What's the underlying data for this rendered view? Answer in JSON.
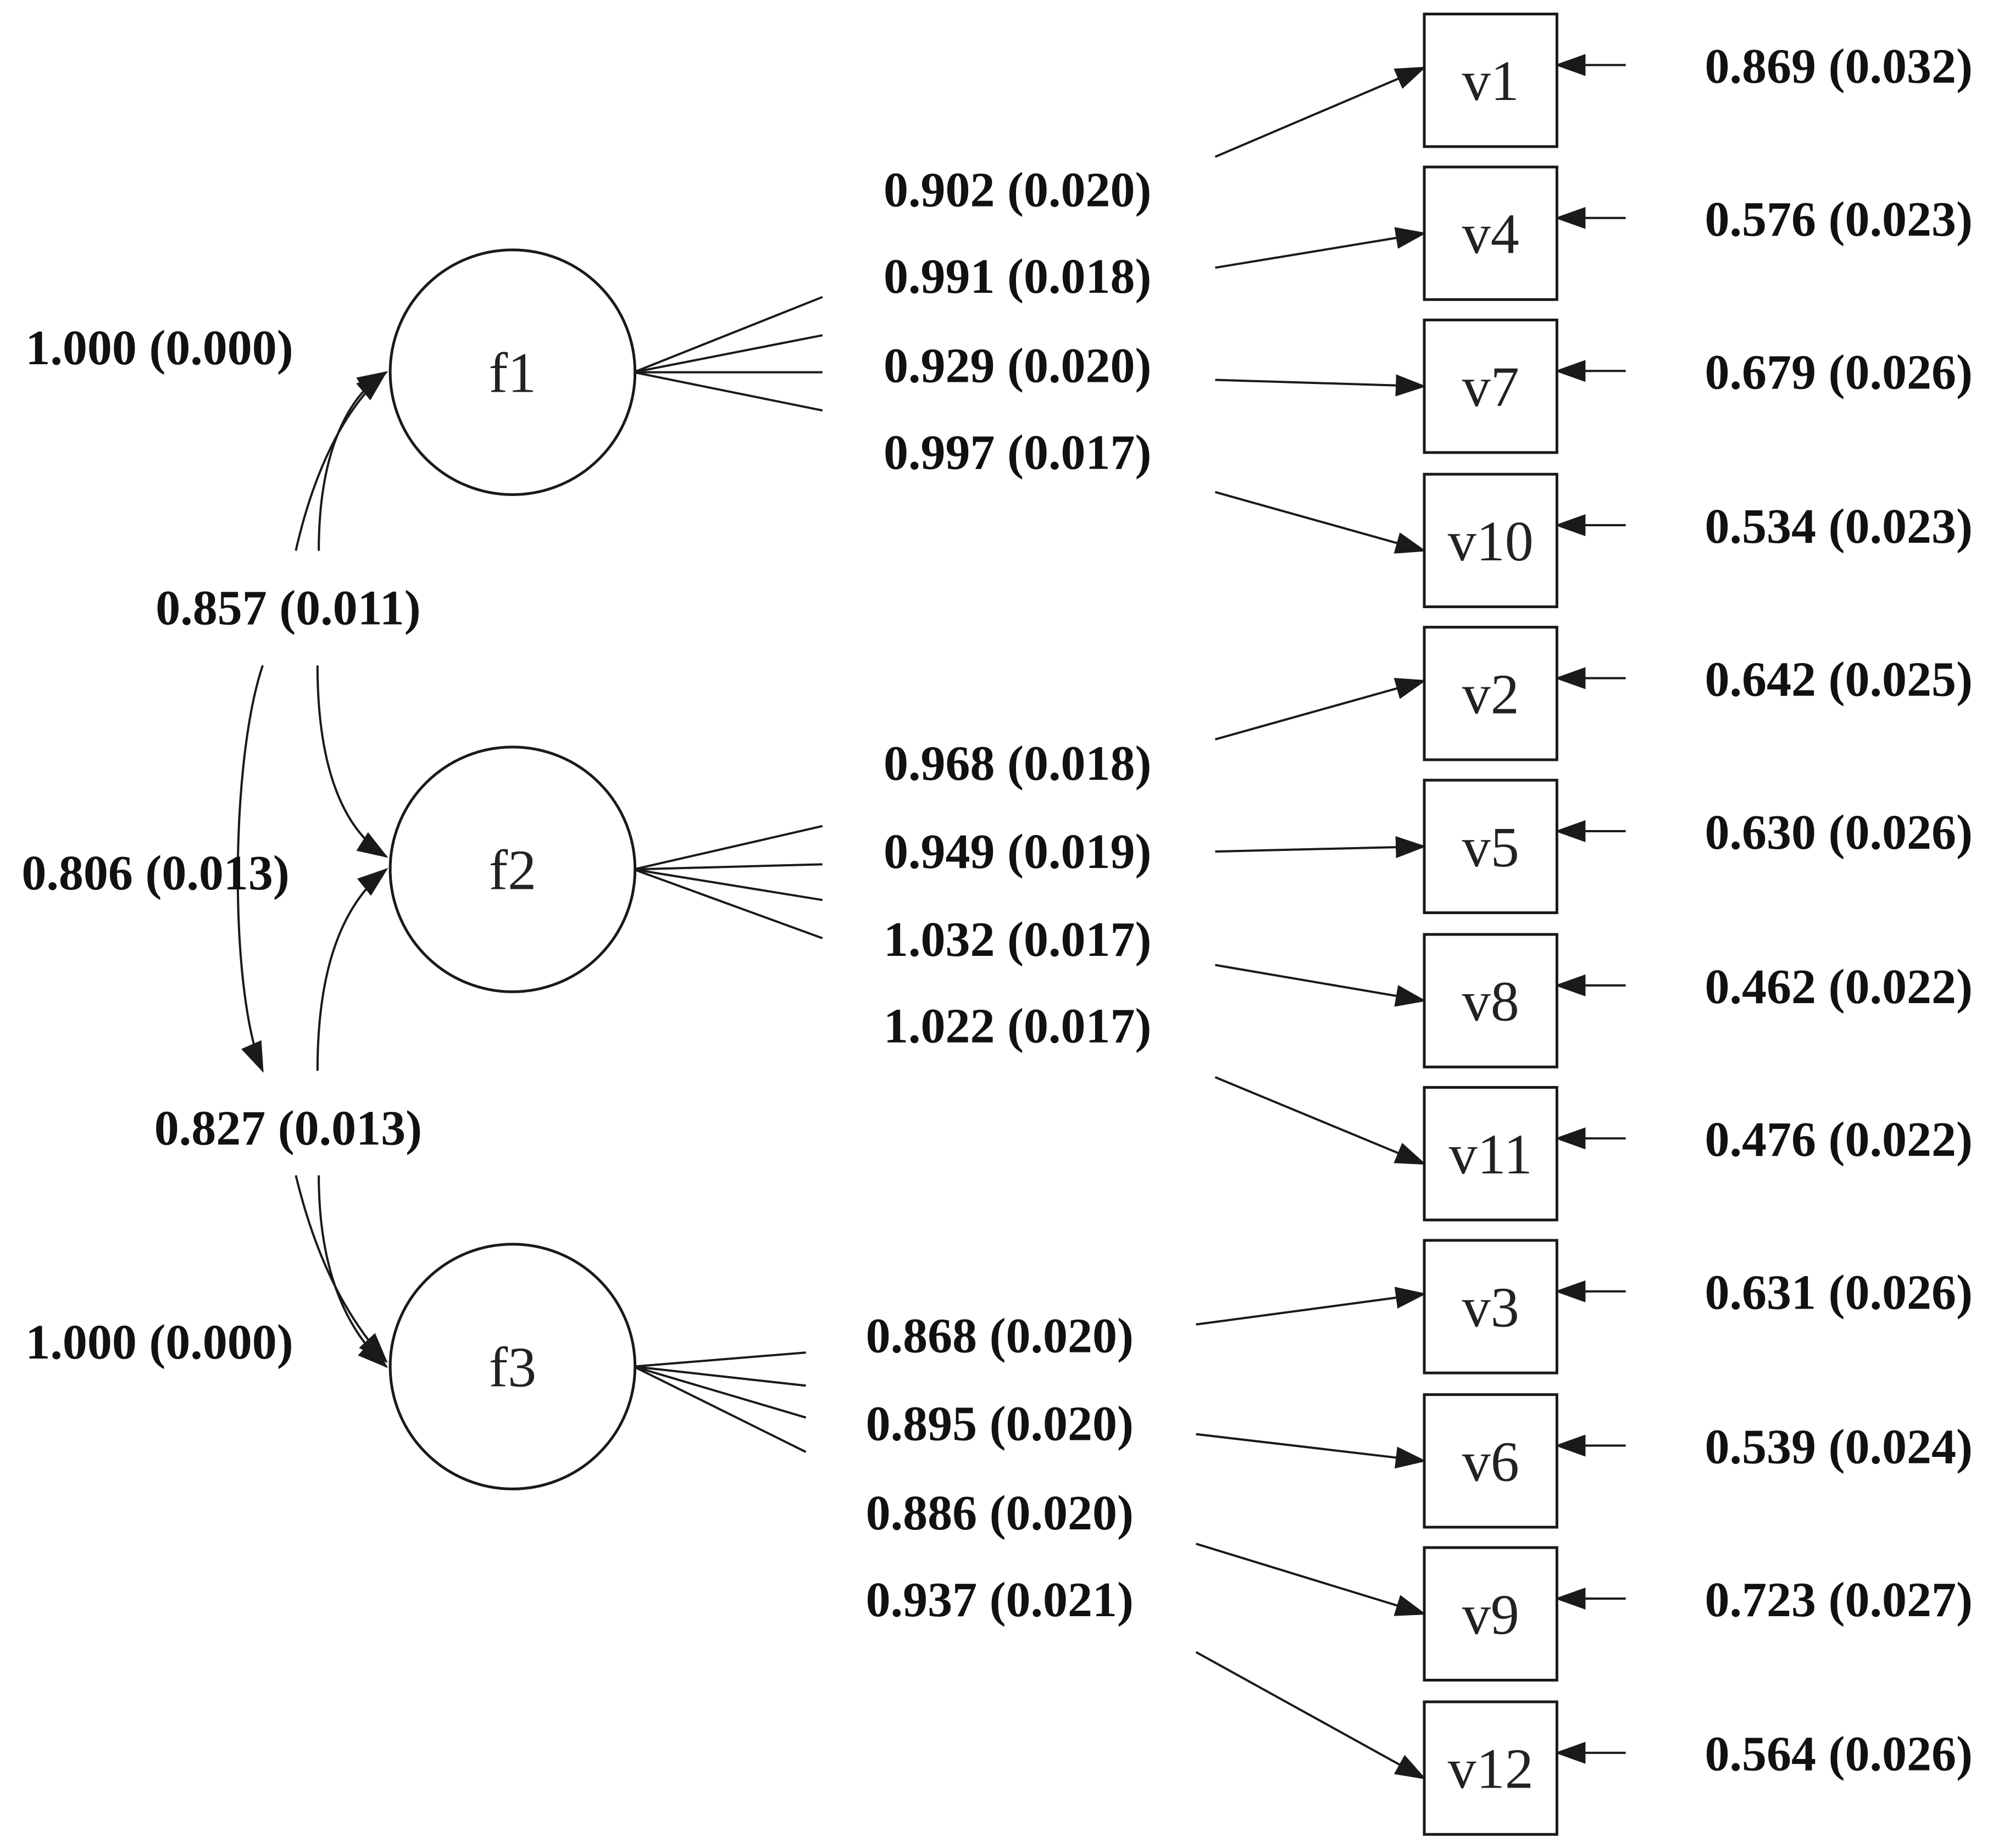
{
  "factors": [
    {
      "id": "f1",
      "label": "f1",
      "variance": "1.000 (0.000)"
    },
    {
      "id": "f2",
      "label": "f2"
    },
    {
      "id": "f3",
      "label": "f3",
      "variance": "1.000 (0.000)"
    }
  ],
  "covariances": [
    {
      "from": "f1",
      "to": "f2",
      "label": "0.857 (0.011)"
    },
    {
      "from": "f1",
      "to": "f3",
      "label": "0.806 (0.013)"
    },
    {
      "from": "f2",
      "to": "f3",
      "label": "0.827 (0.013)"
    }
  ],
  "indicators": [
    {
      "id": "v1",
      "label": "v1",
      "factor": "f1",
      "loading": "0.902 (0.020)",
      "residual": "0.869 (0.032)"
    },
    {
      "id": "v4",
      "label": "v4",
      "factor": "f1",
      "loading": "0.991 (0.018)",
      "residual": "0.576 (0.023)"
    },
    {
      "id": "v7",
      "label": "v7",
      "factor": "f1",
      "loading": "0.929 (0.020)",
      "residual": "0.679 (0.026)"
    },
    {
      "id": "v10",
      "label": "v10",
      "factor": "f1",
      "loading": "0.997 (0.017)",
      "residual": "0.534 (0.023)"
    },
    {
      "id": "v2",
      "label": "v2",
      "factor": "f2",
      "loading": "0.968 (0.018)",
      "residual": "0.642 (0.025)"
    },
    {
      "id": "v5",
      "label": "v5",
      "factor": "f2",
      "loading": "0.949 (0.019)",
      "residual": "0.630 (0.026)"
    },
    {
      "id": "v8",
      "label": "v8",
      "factor": "f2",
      "loading": "1.032 (0.017)",
      "residual": "0.462 (0.022)"
    },
    {
      "id": "v11",
      "label": "v11",
      "factor": "f2",
      "loading": "1.022 (0.017)",
      "residual": "0.476 (0.022)"
    },
    {
      "id": "v3",
      "label": "v3",
      "factor": "f3",
      "loading": "0.868 (0.020)",
      "residual": "0.631 (0.026)"
    },
    {
      "id": "v6",
      "label": "v6",
      "factor": "f3",
      "loading": "0.895 (0.020)",
      "residual": "0.539 (0.024)"
    },
    {
      "id": "v9",
      "label": "v9",
      "factor": "f3",
      "loading": "0.886 (0.020)",
      "residual": "0.723 (0.027)"
    },
    {
      "id": "v12",
      "label": "v12",
      "factor": "f3",
      "loading": "0.937 (0.021)",
      "residual": "0.564 (0.026)"
    }
  ]
}
